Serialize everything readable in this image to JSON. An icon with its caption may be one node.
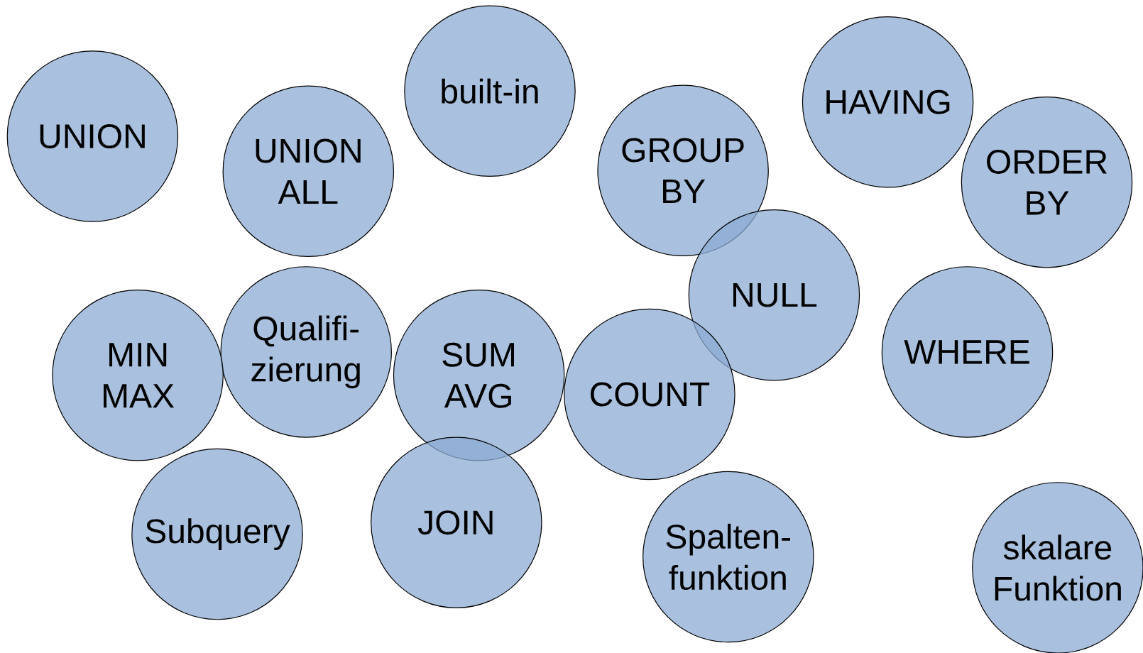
{
  "diagram": {
    "nodes": [
      {
        "text": [
          "built-in"
        ]
      },
      {
        "text": [
          "HAVING"
        ]
      },
      {
        "text": [
          "UNION"
        ]
      },
      {
        "text": [
          "UNION ALL"
        ]
      },
      {
        "text": [
          "GROUP BY"
        ]
      },
      {
        "text": [
          "ORDER BY"
        ]
      },
      {
        "text": [
          "NULL"
        ]
      },
      {
        "text": [
          "Qualifi-zierung"
        ]
      },
      {
        "text": [
          "WHERE"
        ]
      },
      {
        "text": [
          "MIN MAX"
        ]
      },
      {
        "text": [
          "SUM AVG"
        ]
      },
      {
        "text": [
          "COUNT"
        ]
      },
      {
        "text": [
          "JOIN"
        ]
      },
      {
        "text": [
          "Subquery"
        ]
      },
      {
        "text": [
          "Spalten-funktion"
        ]
      },
      {
        "text": [
          "skalare Funktion"
        ]
      }
    ]
  }
}
